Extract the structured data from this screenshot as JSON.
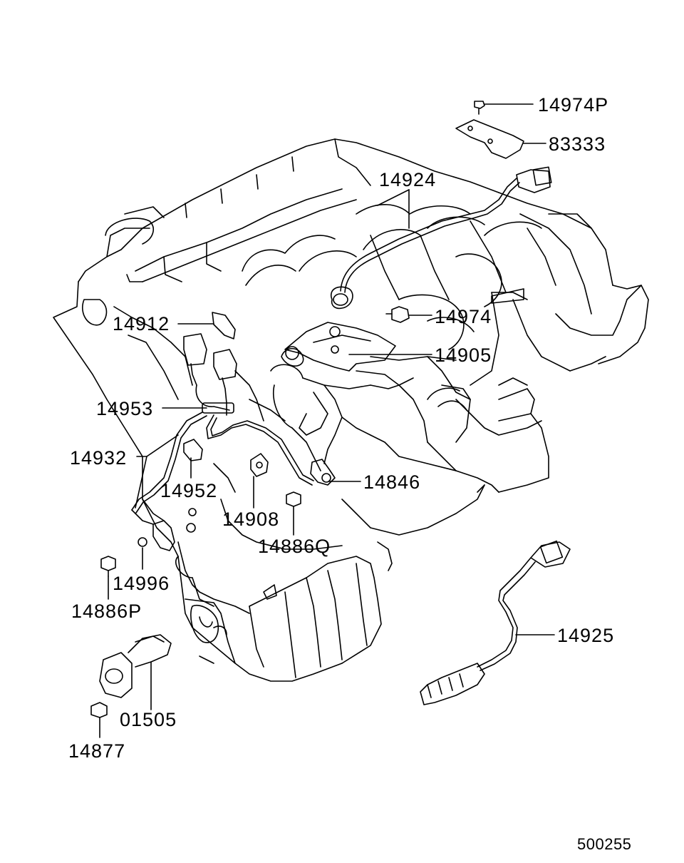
{
  "diagram": {
    "reference_number": "500255",
    "part_labels": {
      "p14974P": "14974P",
      "p83333": "83333",
      "p14924": "14924",
      "p14912": "14912",
      "p14974": "14974",
      "p14905": "14905",
      "p14953": "14953",
      "p14932": "14932",
      "p14952": "14952",
      "p14846": "14846",
      "p14908": "14908",
      "p14886Q": "14886Q",
      "p14996": "14996",
      "p14886P": "14886P",
      "p14925": "14925",
      "p01505": "01505",
      "p14877": "14877"
    }
  }
}
